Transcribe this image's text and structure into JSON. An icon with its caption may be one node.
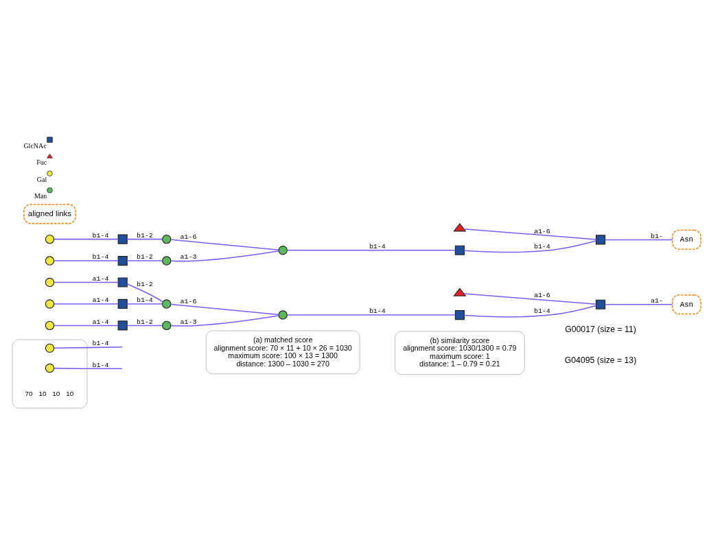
{
  "diagram": {
    "nodes": [
      {
        "text": [],
        "shape": "triangle"
      },
      {
        "text": [],
        "shape": "circle"
      },
      {
        "text": [],
        "shape": "box"
      },
      {
        "text": [],
        "shape": "circle"
      },
      {
        "text": [],
        "shape": "box"
      },
      {
        "text": [
          "Asn"
        ]
      },
      {
        "text": [],
        "shape": "circle"
      },
      {
        "text": [],
        "shape": "box"
      },
      {
        "text": [],
        "shape": "circle"
      },
      {
        "text": [],
        "shape": "box"
      },
      {
        "text": [],
        "shape": "circle"
      },
      {
        "text": [],
        "shape": "triangle"
      },
      {
        "text": [],
        "shape": "circle"
      },
      {
        "text": [],
        "shape": "box"
      },
      {
        "text": [],
        "shape": "box"
      },
      {
        "text": [
          "Asn"
        ]
      },
      {
        "text": [],
        "shape": "circle"
      },
      {
        "text": [],
        "shape": "circle"
      },
      {
        "text": [],
        "shape": "box"
      },
      {
        "text": [],
        "shape": "circle"
      },
      {
        "text": [],
        "shape": "box"
      },
      {
        "text": [],
        "shape": "circle"
      },
      {
        "text": [],
        "shape": "box"
      },
      {
        "text": [],
        "shape": "circle"
      },
      {
        "text": [],
        "shape": "box"
      },
      {
        "text": [],
        "shape": "circle",
        "in": 24
      },
      {
        "text": [],
        "shape": "circle",
        "in": 24
      },
      {
        "text": [
          "(a) matched score",
          "alignment score: 70 × 11 + 10 × 26 = 1030",
          "maximum score: 100 × 13 = 1300",
          "distance: 1300 – 1030 = 270"
        ]
      },
      {
        "text": [
          "(b) similarity score",
          "alignment score: 1030/1300 = 0.79",
          "maximum score: 1",
          "distance: 1 – 0.79 = 0.21"
        ]
      }
    ],
    "edges": [
      {
        "from": 1,
        "to": 2,
        "arrow": "none",
        "label": "b1-4"
      },
      {
        "from": 2,
        "to": 3,
        "arrow": "none",
        "label": "b1-2"
      },
      {
        "from": 3,
        "to": 6,
        "arrow": "none",
        "label": "a1-6"
      },
      {
        "from": 6,
        "to": 7,
        "arrow": "none",
        "label": "b1-4"
      },
      {
        "from": 7,
        "to": 4,
        "arrow": "none",
        "label": "b1-4"
      },
      {
        "from": 0,
        "to": 4,
        "arrow": "none",
        "label": "a1-6"
      },
      {
        "from": 4,
        "to": 5,
        "arrow": "none",
        "label": "b1-"
      },
      {
        "from": 8,
        "to": 9,
        "arrow": "none",
        "label": "b1-4"
      },
      {
        "from": 9,
        "to": 10,
        "arrow": "none",
        "label": "b1-2"
      },
      {
        "from": 10,
        "to": 6,
        "arrow": "none",
        "label": "a1-3"
      },
      {
        "from": 12,
        "to": 13,
        "arrow": "none",
        "label": "a1-4"
      },
      {
        "from": 13,
        "to": 16,
        "arrow": "none",
        "label": "b1-4"
      },
      {
        "from": 17,
        "to": 18,
        "arrow": "none",
        "label": "a1-4"
      },
      {
        "from": 18,
        "to": 16,
        "arrow": "none",
        "label": "b1-2"
      },
      {
        "from": 16,
        "to": 19,
        "arrow": "none",
        "label": "a1-6"
      },
      {
        "from": 19,
        "to": 20,
        "arrow": "none",
        "label": "b1-4"
      },
      {
        "from": 20,
        "to": 14,
        "arrow": "none",
        "label": "b1-4"
      },
      {
        "from": 11,
        "to": 14,
        "arrow": "none",
        "label": "a1-6"
      },
      {
        "from": 14,
        "to": 15,
        "arrow": "none",
        "label": "a1-"
      },
      {
        "from": 21,
        "to": 22,
        "arrow": "none",
        "label": "a1-4"
      },
      {
        "from": 22,
        "to": 23,
        "arrow": "none",
        "label": "b1-2"
      },
      {
        "from": 23,
        "to": 19,
        "arrow": "none",
        "label": "a1-3"
      },
      {
        "from": 25,
        "to": null,
        "arrow": "none",
        "label": "b1-4"
      },
      {
        "from": 26,
        "to": null,
        "arrow": "none",
        "label": "b1-4"
      }
    ],
    "labels": [
      "G00017 (size = 11)",
      "G04095 (size = 13)",
      "70",
      "10",
      "10",
      "10"
    ],
    "legend": [
      {
        "text": "GlcNAc"
      },
      {
        "text": "Fuc"
      },
      {
        "text": "Gal"
      },
      {
        "text": "Man"
      },
      {
        "text": "aligned links"
      }
    ]
  }
}
